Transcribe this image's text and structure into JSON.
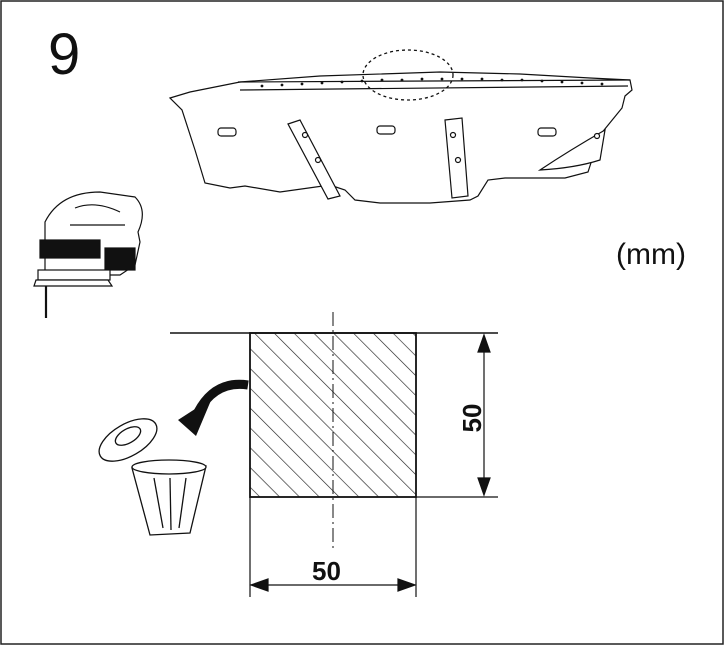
{
  "step_number": "9",
  "unit_label": "(mm)",
  "dimensions": {
    "width": "50",
    "height": "50"
  },
  "icons": {
    "jigsaw": "jigsaw-icon",
    "trash": "trash-can-icon",
    "arrow": "curved-arrow-icon"
  }
}
